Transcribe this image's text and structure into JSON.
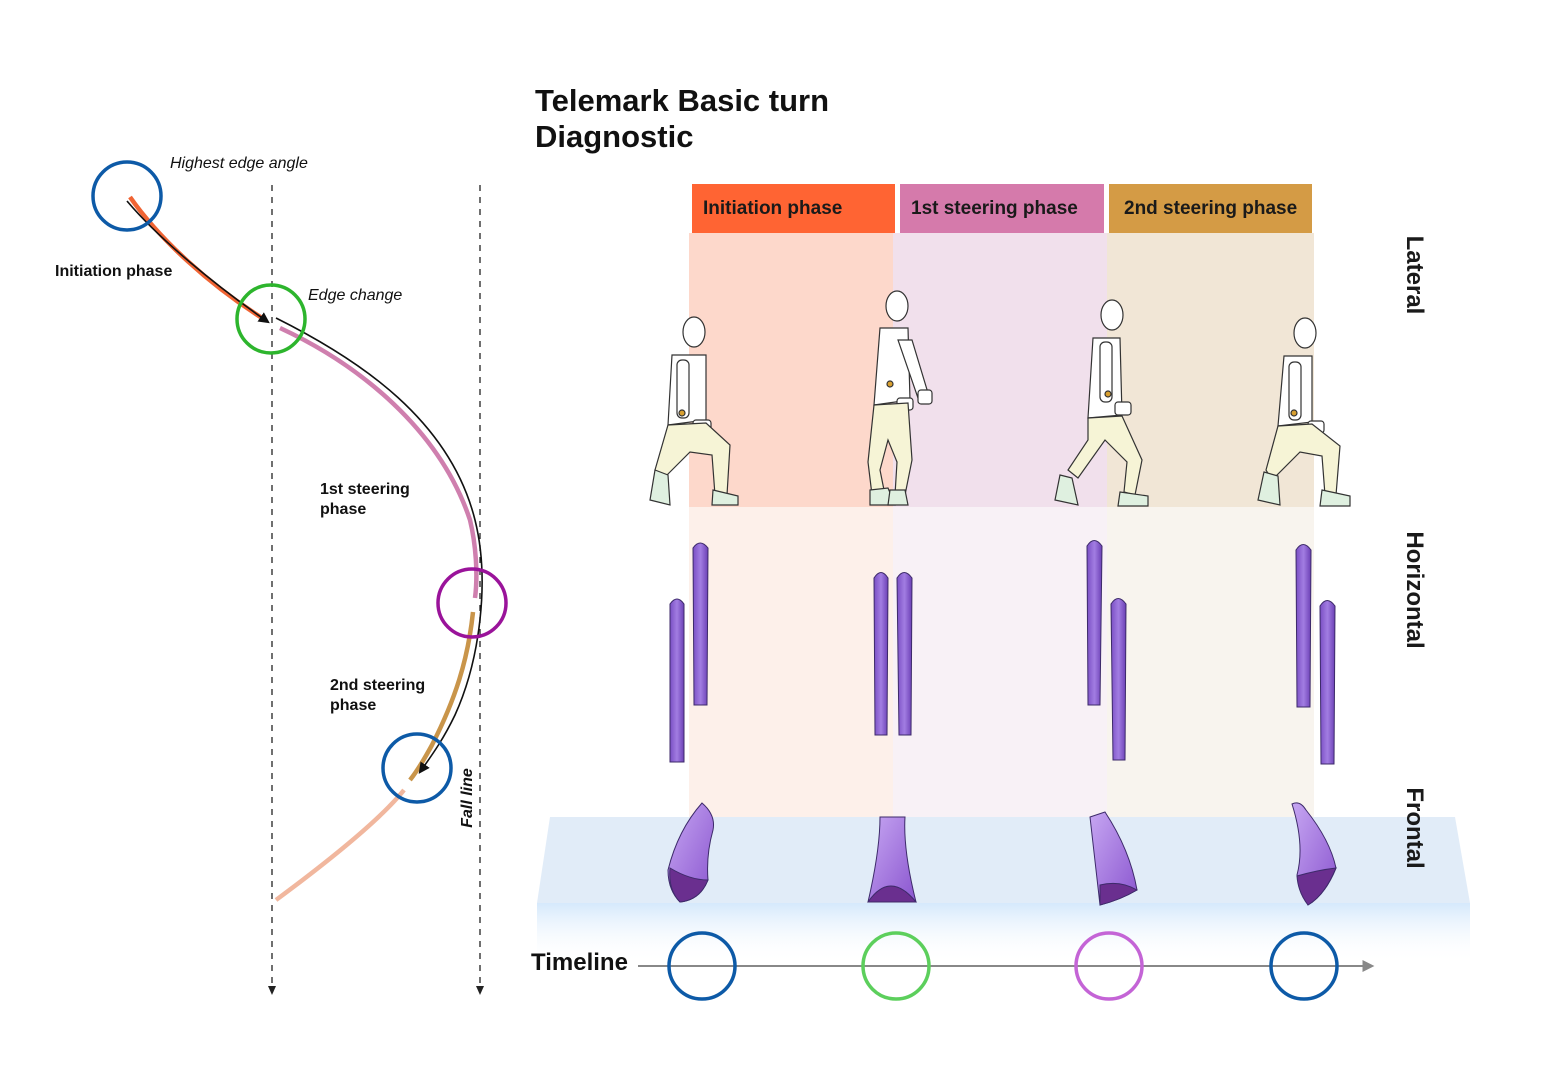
{
  "title": {
    "line1": "Telemark Basic turn",
    "line2": "Diagnostic"
  },
  "phases": [
    {
      "label": "Initiation phase",
      "color": "#ff6433",
      "tint": "#fdd8cb"
    },
    {
      "label": "1st steering phase",
      "color": "#d57aab",
      "tint": "#f1e0ec"
    },
    {
      "label": "2nd steering phase",
      "color": "#d49b45",
      "tint": "#f1e6d6"
    }
  ],
  "views": {
    "lateral": "Lateral",
    "horizontal": "Horizontal",
    "frontal": "Frontal"
  },
  "path_labels": {
    "highest_edge_angle": "Highest edge angle",
    "edge_change": "Edge change",
    "initiation_phase": "Initiation phase",
    "first_steering": "1st steering\nphase",
    "second_steering": "2nd steering\nphase",
    "fall_line": "Fall line"
  },
  "timeline": {
    "label": "Timeline",
    "marker_colors": [
      "#0d5aa7",
      "#5ccf5c",
      "#c464d6",
      "#0d5aa7"
    ]
  },
  "colors": {
    "highest_edge_marker": "#0d5aa7",
    "edge_change_marker": "#2db52d",
    "steering_marker": "#9a139a",
    "ski": "#9b6fd6",
    "frontal_panel": "#dce9f7"
  }
}
